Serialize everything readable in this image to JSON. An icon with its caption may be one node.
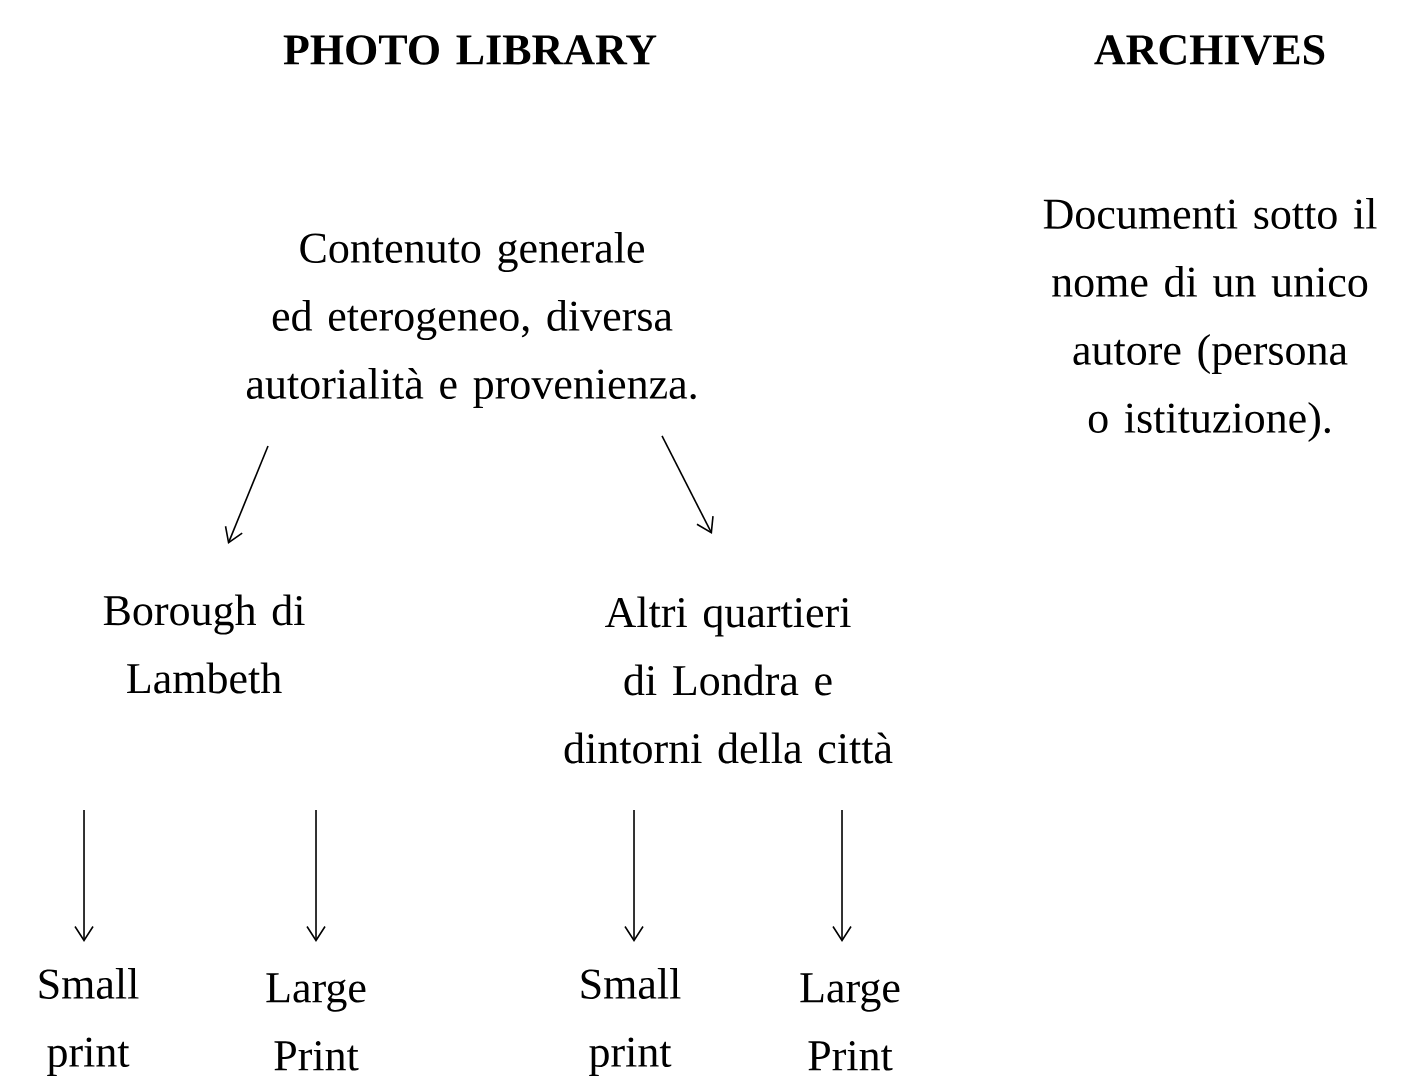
{
  "diagram": {
    "nodes": [
      {
        "text": [
          "Contenuto generale ed eterogeneo, diversa autorialità e provenienza."
        ]
      },
      {
        "text": [
          "Borough di Lambeth"
        ]
      },
      {
        "text": [
          "Altri quartieri di Londra e dintorni della città"
        ]
      },
      {
        "text": [
          "Small print"
        ]
      },
      {
        "text": [
          "Large Print"
        ]
      },
      {
        "text": [
          "Small print"
        ]
      },
      {
        "text": [
          "Large Print"
        ]
      }
    ],
    "edges": [
      {
        "from": 0,
        "to": 1,
        "arrow": "to"
      },
      {
        "from": 0,
        "to": 2,
        "arrow": "to"
      },
      {
        "from": 1,
        "to": 3,
        "arrow": "to"
      },
      {
        "from": 1,
        "to": 4,
        "arrow": "to"
      },
      {
        "from": 2,
        "to": 5,
        "arrow": "to"
      },
      {
        "from": 2,
        "to": 6,
        "arrow": "to"
      }
    ],
    "labels": [
      "PHOTO LIBRARY",
      "ARCHIVES",
      "Documenti sotto il nome di un unico autore (persona o istituzione)."
    ]
  }
}
